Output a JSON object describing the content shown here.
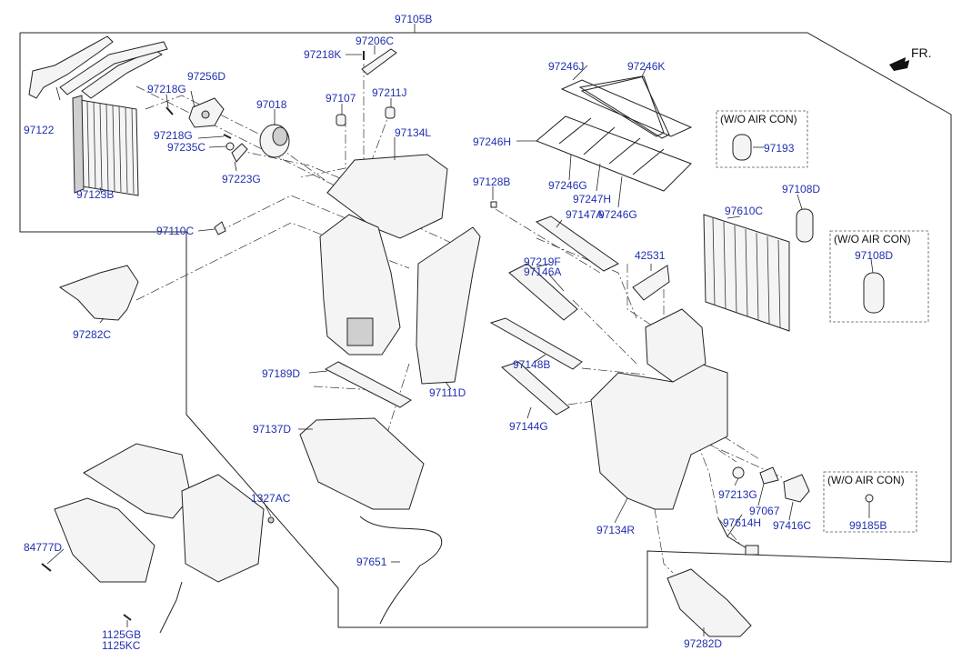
{
  "front_indicator": "FR.",
  "without_ac_note": "(W/O AIR CON)",
  "labels": {
    "p97105B": "97105B",
    "p97206C": "97206C",
    "p97218K": "97218K",
    "p97256D": "97256D",
    "p97218G_a": "97218G",
    "p97018": "97018",
    "p97107": "97107",
    "p97211J": "97211J",
    "p97122": "97122",
    "p97218G_b": "97218G",
    "p97235C": "97235C",
    "p97134L": "97134L",
    "p97223G": "97223G",
    "p97123B": "97123B",
    "p97246J": "97246J",
    "p97246K": "97246K",
    "p97246H": "97246H",
    "p97193": "97193",
    "p97246G_a": "97246G",
    "p97247H": "97247H",
    "p97246G_b": "97246G",
    "p97128B": "97128B",
    "p97147A": "97147A",
    "p97108D_a": "97108D",
    "p97610C": "97610C",
    "p97110C": "97110C",
    "p97108D_b": "97108D",
    "p97219F": "97219F",
    "p97146A": "97146A",
    "p42531": "42531",
    "p97282C": "97282C",
    "p97148B": "97148B",
    "p97189D": "97189D",
    "p97111D": "97111D",
    "p97144G": "97144G",
    "p97137D": "97137D",
    "p1327AC": "1327AC",
    "p97213G": "97213G",
    "p97067": "97067",
    "p97614H": "97614H",
    "p97416C": "97416C",
    "p99185B": "99185B",
    "p97134R": "97134R",
    "p84777D": "84777D",
    "p97651": "97651",
    "p1125GB": "1125GB",
    "p1125KC": "1125KC",
    "p97282D": "97282D"
  }
}
